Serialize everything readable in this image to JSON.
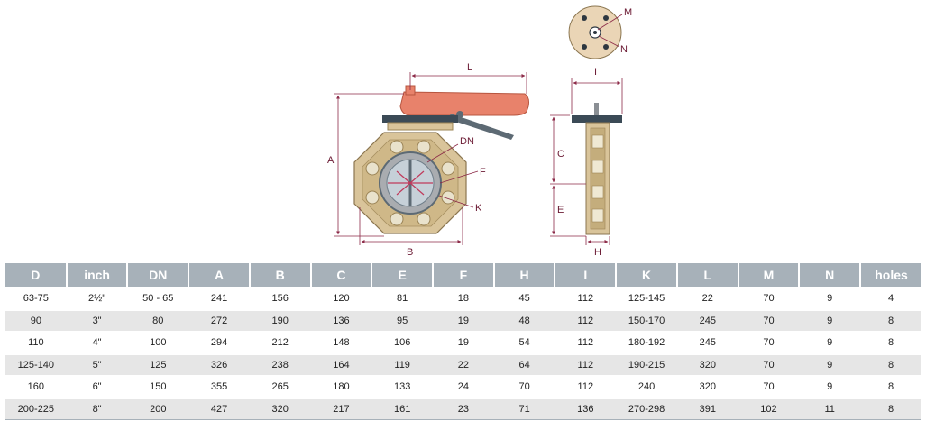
{
  "drawing": {
    "labels": {
      "A": "A",
      "B": "B",
      "L": "L",
      "DN": "DN",
      "F": "F",
      "K": "K",
      "I": "I",
      "C": "C",
      "E": "E",
      "H": "H",
      "M": "M",
      "N": "N"
    },
    "colors": {
      "handle": "#e8826b",
      "body": "#d9c49a",
      "dimension": "#8c2a48",
      "flange": "#3b4a56"
    }
  },
  "table": {
    "headers": [
      "D",
      "inch",
      "DN",
      "A",
      "B",
      "C",
      "E",
      "F",
      "H",
      "I",
      "K",
      "L",
      "M",
      "N",
      "holes"
    ],
    "rows": [
      [
        "63-75",
        "2½\"",
        "50 - 65",
        "241",
        "156",
        "120",
        "81",
        "18",
        "45",
        "112",
        "125-145",
        "22",
        "70",
        "9",
        "4"
      ],
      [
        "90",
        "3\"",
        "80",
        "272",
        "190",
        "136",
        "95",
        "19",
        "48",
        "112",
        "150-170",
        "245",
        "70",
        "9",
        "8"
      ],
      [
        "110",
        "4\"",
        "100",
        "294",
        "212",
        "148",
        "106",
        "19",
        "54",
        "112",
        "180-192",
        "245",
        "70",
        "9",
        "8"
      ],
      [
        "125-140",
        "5\"",
        "125",
        "326",
        "238",
        "164",
        "119",
        "22",
        "64",
        "112",
        "190-215",
        "320",
        "70",
        "9",
        "8"
      ],
      [
        "160",
        "6\"",
        "150",
        "355",
        "265",
        "180",
        "133",
        "24",
        "70",
        "112",
        "240",
        "320",
        "70",
        "9",
        "8"
      ],
      [
        "200-225",
        "8\"",
        "200",
        "427",
        "320",
        "217",
        "161",
        "23",
        "71",
        "136",
        "270-298",
        "391",
        "102",
        "11",
        "8"
      ]
    ]
  }
}
